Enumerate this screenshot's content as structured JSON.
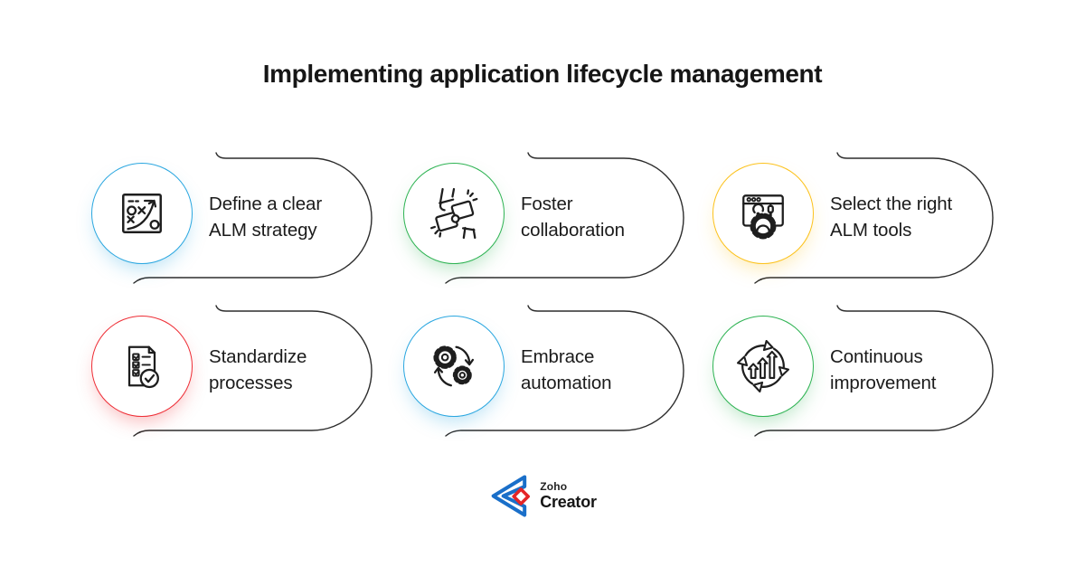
{
  "title": "Implementing application lifecycle management",
  "items": [
    {
      "id": "define-alm-strategy",
      "lines": [
        "Define a clear",
        "ALM strategy"
      ],
      "icon": "strategy-board-icon",
      "color": "#2BA7E0"
    },
    {
      "id": "foster-collaboration",
      "lines": [
        "Foster",
        "collaboration"
      ],
      "icon": "puzzle-collaboration-icon",
      "color": "#2EB353"
    },
    {
      "id": "select-alm-tools",
      "lines": [
        "Select the right",
        "ALM tools"
      ],
      "icon": "tools-window-icon",
      "color": "#FCC21D"
    },
    {
      "id": "standardize-processes",
      "lines": [
        "Standardize",
        "processes"
      ],
      "icon": "checklist-icon",
      "color": "#EE2D35"
    },
    {
      "id": "embrace-automation",
      "lines": [
        "Embrace",
        "automation"
      ],
      "icon": "gears-automation-icon",
      "color": "#2BA7E0"
    },
    {
      "id": "continuous-improvement",
      "lines": [
        "Continuous",
        "improvement"
      ],
      "icon": "growth-cycle-icon",
      "color": "#2EB353"
    }
  ],
  "footer": {
    "brand_top": "Zoho",
    "brand_bottom": "Creator",
    "logo_blue": "#1A6FC9",
    "logo_red": "#E42527"
  },
  "colors": {
    "outline": "#2d2d2d",
    "text": "#1b1b1b",
    "background": "#ffffff"
  }
}
